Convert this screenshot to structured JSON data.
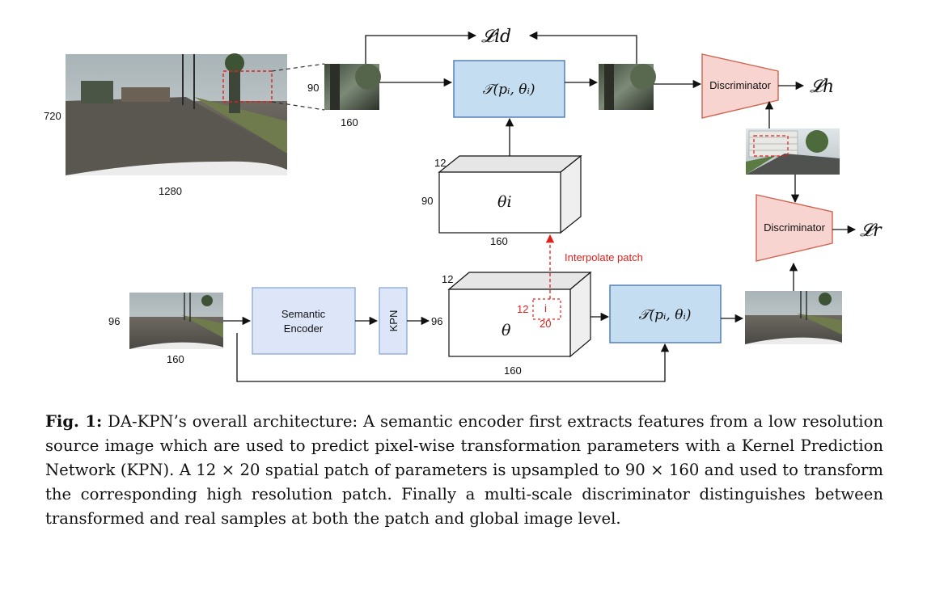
{
  "diagram": {
    "loss_id": "𝓛id",
    "loss_h": "𝓛h",
    "loss_r": "𝓛r",
    "transform_label": "𝒯(pᵢ, θᵢ)",
    "theta_i": "θi",
    "theta": "θ",
    "discriminator_label": "Discriminator",
    "semantic_encoder_line1": "Semantic",
    "semantic_encoder_line2": "Encoder",
    "kpn_label": "KPN",
    "interpolate_label": "Interpolate patch",
    "dims": {
      "src_h": "720",
      "src_w": "1280",
      "patch_h": "90",
      "patch_w": "160",
      "theta_i_depth": "12",
      "theta_i_h": "90",
      "theta_i_w": "160",
      "lr_h": "96",
      "lr_w": "160",
      "theta_depth": "12",
      "theta_h": "96",
      "theta_w": "160",
      "patch_small_h": "12",
      "patch_small_w": "20",
      "patch_small_i": "i"
    },
    "colors": {
      "transform_fill": "#c5ddf0",
      "transform_stroke": "#4a7bb0",
      "encoder_fill": "#dde6f8",
      "encoder_stroke": "#8aa5d8",
      "disc_fill": "#f7d4cf",
      "disc_stroke": "#d0614f",
      "accent_red": "#e0201c"
    }
  },
  "caption": {
    "label": "Fig. 1:",
    "text": " DA-KPN’s overall architecture: A semantic encoder first extracts features from a low resolution source image which are used to predict pixel-wise transformation parameters with a Kernel Prediction Network (KPN). A 12 × 20 spatial patch of parameters is upsampled to 90 × 160 and used to transform the corresponding high resolution patch. Finally a multi-scale discriminator distinguishes between transformed and real samples at both the patch and global image level."
  }
}
